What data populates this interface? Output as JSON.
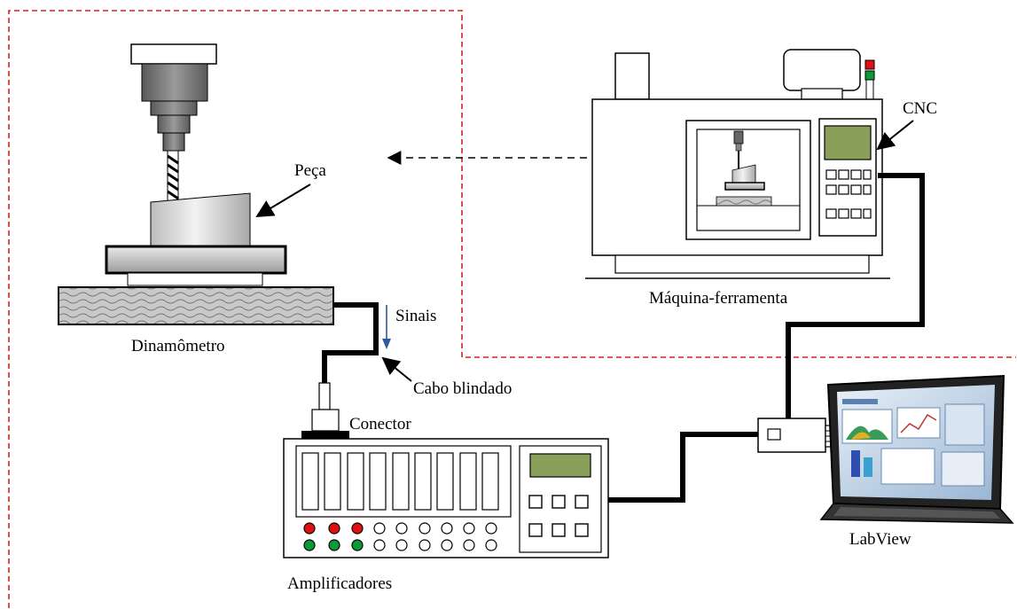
{
  "labels": {
    "peca": "Peça",
    "cnc": "CNC",
    "maquina": "Máquina-ferramenta",
    "sinais": "Sinais",
    "dinamometro": "Dinamômetro",
    "cabo": "Cabo blindado",
    "conector": "Conector",
    "amplificadores": "Amplificadores",
    "labview": "LabView"
  },
  "colors": {
    "boundary": "#e0201a",
    "led_red": "#e01010",
    "led_green": "#0a9a3a",
    "lcd_green": "#8aa05a",
    "signal_arrow": "#2e5a9e",
    "cable": "#000000"
  }
}
